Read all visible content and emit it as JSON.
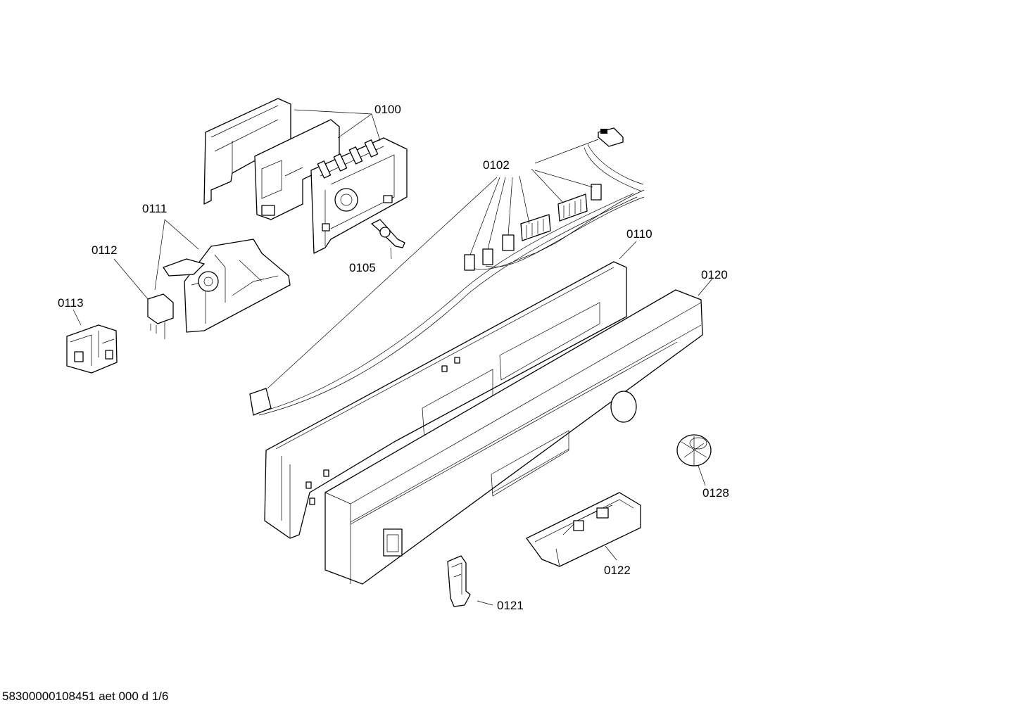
{
  "diagram": {
    "labels": {
      "p0100": "0100",
      "p0102": "0102",
      "p0105": "0105",
      "p0110": "0110",
      "p0111": "0111",
      "p0112": "0112",
      "p0113": "0113",
      "p0120": "0120",
      "p0121": "0121",
      "p0122": "0122",
      "p0128": "0128"
    }
  },
  "footer": {
    "document_id": "58300000108451 aet 000 d 1/6"
  }
}
